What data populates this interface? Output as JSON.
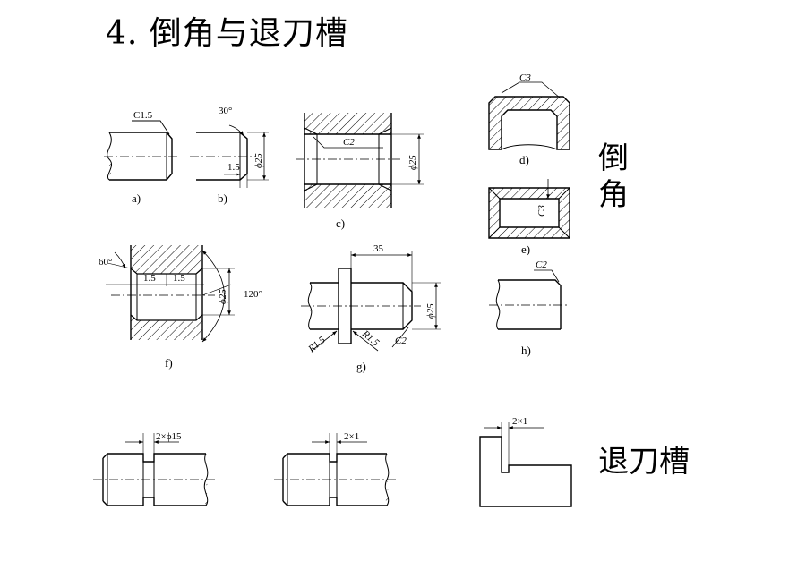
{
  "title": "4. 倒角与退刀槽",
  "side_labels": {
    "chamfer_1": "倒",
    "chamfer_2": "角",
    "undercut": "退刀槽"
  },
  "figures": {
    "a": {
      "caption": "a)",
      "chamfer_note": "C1.5"
    },
    "b": {
      "caption": "b)",
      "angle": "30°",
      "length": "1.5",
      "diameter": "ϕ25"
    },
    "c": {
      "caption": "c)",
      "chamfer_note": "C2",
      "diameter": "ϕ25"
    },
    "d": {
      "caption": "d)",
      "chamfer_note": "C3"
    },
    "e": {
      "caption": "e)",
      "chamfer_note": "C3"
    },
    "f": {
      "caption": "f)",
      "angle_left": "60°",
      "len_1": "1.5",
      "len_2": "1.5",
      "diameter": "ϕ25",
      "angle_right": "120°"
    },
    "g": {
      "caption": "g)",
      "length": "35",
      "diameter": "ϕ25",
      "fillet_1": "R1.5",
      "fillet_2": "R1.5",
      "chamfer_note": "C2"
    },
    "h": {
      "caption": "h)",
      "chamfer_note": "C2"
    }
  },
  "undercuts": {
    "u1": {
      "note": "2×ϕ15"
    },
    "u2": {
      "note": "2×1"
    },
    "u3": {
      "note": "2×1"
    }
  }
}
